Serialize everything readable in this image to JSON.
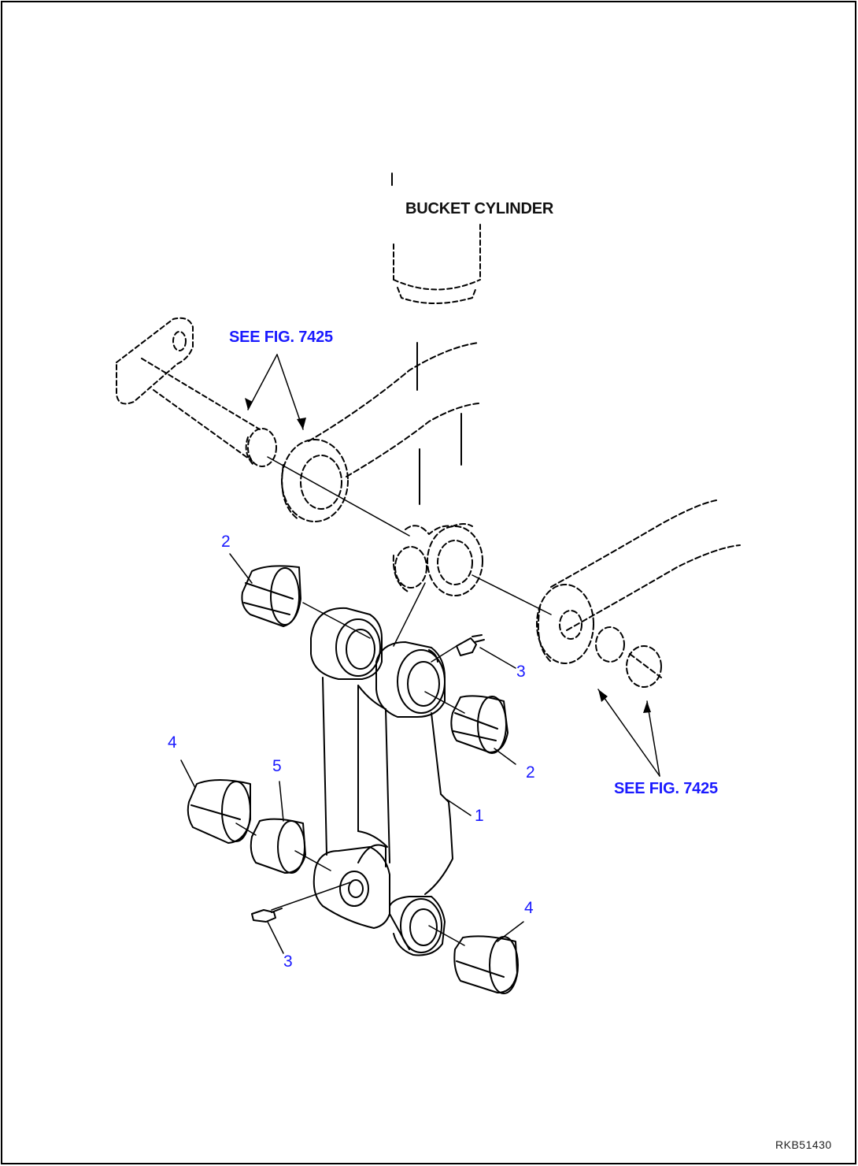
{
  "labels": {
    "bucket_cylinder": "BUCKET CYLINDER",
    "see_fig_top": "SEE FIG. 7425",
    "see_fig_bottom": "SEE FIG. 7425",
    "drawing_code": "RKB51430"
  },
  "callouts": [
    {
      "id": "c2a",
      "text": "2"
    },
    {
      "id": "c2b",
      "text": "2"
    },
    {
      "id": "c3a",
      "text": "3"
    },
    {
      "id": "c3b",
      "text": "3"
    },
    {
      "id": "c4a",
      "text": "4"
    },
    {
      "id": "c4b",
      "text": "4"
    },
    {
      "id": "c5",
      "text": "5"
    },
    {
      "id": "c1",
      "text": "1"
    }
  ],
  "colors": {
    "line": "#000000",
    "label_blue": "#1a1aff",
    "label_black": "#111111"
  }
}
